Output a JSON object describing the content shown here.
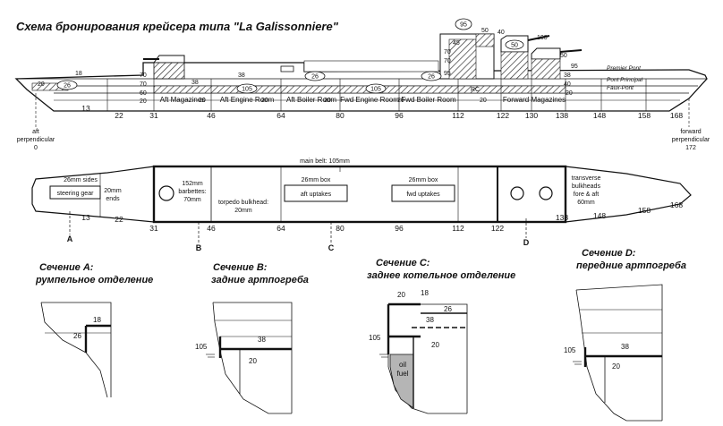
{
  "title": "Схема бронирования крейсера типа \"La Galissonniere\"",
  "profile": {
    "frames": [
      "13",
      "22",
      "31",
      "46",
      "64",
      "80",
      "96",
      "112",
      "122",
      "130",
      "138",
      "148",
      "158",
      "168"
    ],
    "compartments": [
      "Aft Magazines",
      "Aft Engine Room",
      "Aft Boiler Room",
      "Fwd Engine Room",
      "Fwd Boiler Room",
      "Forward Magazines"
    ],
    "decks": [
      "Premier Pont",
      "Pont Principal",
      "Faux-Pont"
    ],
    "aft_perp": [
      "aft",
      "perpendicular",
      "0"
    ],
    "fwd_perp": [
      "forward",
      "perpendicular",
      "172"
    ],
    "circled": [
      "26",
      "105",
      "26",
      "105",
      "26",
      "95",
      "50"
    ],
    "thicknesses": [
      "20",
      "18",
      "70",
      "70",
      "60",
      "20",
      "38",
      "20",
      "20",
      "38",
      "20",
      "20",
      "95",
      "70",
      "70",
      "20",
      "50",
      "40",
      "45",
      "95",
      "100",
      "50",
      "38",
      "40",
      "20"
    ],
    "zone": "RC"
  },
  "plan": {
    "main_belt": "main belt: 105mm",
    "sides": "26mm sides",
    "steering_gear": "steering gear",
    "ends": [
      "20mm",
      "ends"
    ],
    "barbettes": [
      "152mm",
      "barbettes:",
      "70mm"
    ],
    "torpedo": [
      "torpedo bulkhead:",
      "20mm"
    ],
    "aft_box": [
      "26mm box",
      "aft uptakes"
    ],
    "fwd_box": [
      "26mm box",
      "fwd uptakes"
    ],
    "transverse": [
      "transverse",
      "bulkheads",
      "fore & aft",
      "60mm"
    ],
    "frames": [
      "13",
      "22",
      "31",
      "46",
      "64",
      "80",
      "96",
      "112",
      "122",
      "138",
      "148",
      "158",
      "168"
    ],
    "sections": [
      "A",
      "B",
      "C",
      "D"
    ]
  },
  "sections": [
    {
      "label": "Сечение A:",
      "desc": "румпельное отделение",
      "values": [
        "18",
        "26"
      ]
    },
    {
      "label": "Сечение B:",
      "desc": "задние артпогреба",
      "values": [
        "105",
        "38",
        "20"
      ]
    },
    {
      "label": "Сечение C:",
      "desc": "заднее котельное отделение",
      "values": [
        "20",
        "18",
        "26",
        "38",
        "105",
        "20"
      ],
      "fuel": [
        "oil",
        "fuel"
      ]
    },
    {
      "label": "Сечение D:",
      "desc": "передние артпогреба",
      "values": [
        "105",
        "38",
        "20"
      ]
    }
  ]
}
